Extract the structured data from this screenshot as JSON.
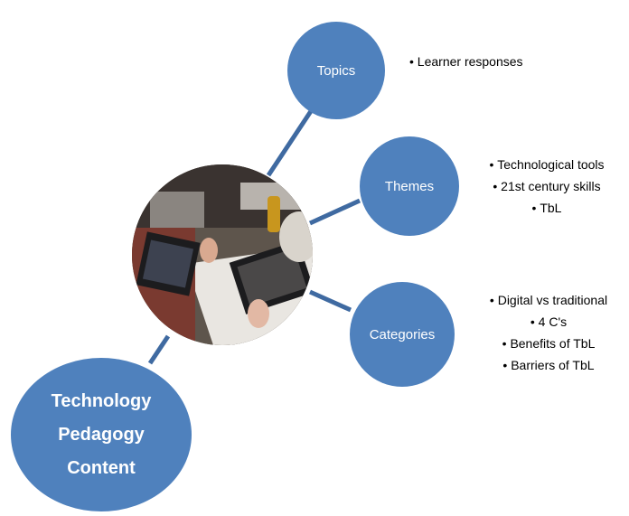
{
  "diagram": {
    "center": {
      "lines": [
        "Technology",
        "Pedagogy",
        "Content"
      ]
    },
    "photo": {
      "description_icon": "classroom-tablet-photo"
    },
    "branches": [
      {
        "label": "Topics",
        "items": [
          "Learner responses"
        ]
      },
      {
        "label": "Themes",
        "items": [
          "Technological tools",
          "21st century skills",
          "TbL"
        ]
      },
      {
        "label": "Categories",
        "items": [
          "Digital vs traditional",
          "4 C's",
          "Benefits of TbL",
          "Barriers of TbL"
        ]
      }
    ]
  },
  "colors": {
    "node_fill": "#4f81bd",
    "connector": "#3f6aa1",
    "node_text": "#ffffff",
    "bullet_text": "#000000"
  }
}
